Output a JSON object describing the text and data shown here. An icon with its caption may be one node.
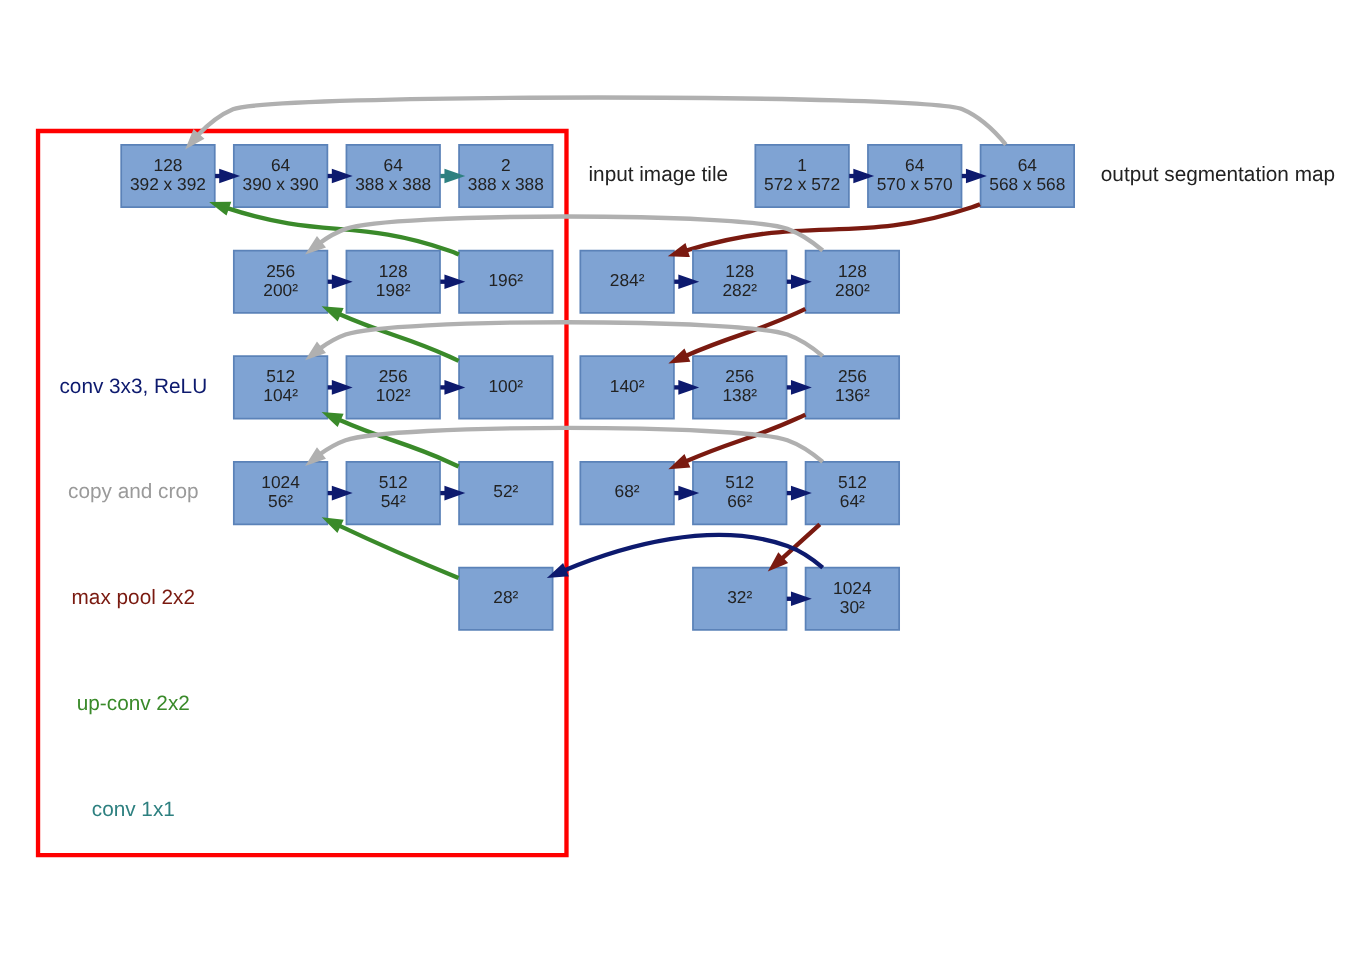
{
  "diagram": {
    "nodes": [
      {
        "text": [],
        "shape": "box"
      },
      {
        "text": [
          "1",
          "572 x 572"
        ]
      },
      {
        "text": [
          "64",
          "570 x 570"
        ]
      },
      {
        "text": [
          "64",
          "568 x 568"
        ]
      },
      {
        "text": [
          "128",
          "392 x 392"
        ],
        "in": 0
      },
      {
        "text": [
          "64",
          "390 x 390"
        ],
        "in": 0
      },
      {
        "text": [
          "64",
          "388 x 388"
        ],
        "in": 0
      },
      {
        "text": [
          "2",
          "388 x 388"
        ],
        "in": 0
      },
      {
        "text": [
          "284²"
        ]
      },
      {
        "text": [
          "128",
          "282²"
        ]
      },
      {
        "text": [
          "128",
          "280²"
        ]
      },
      {
        "text": [
          "256",
          "200²"
        ],
        "in": 0
      },
      {
        "text": [
          "128",
          "198²"
        ],
        "in": 0
      },
      {
        "text": [
          "196²"
        ],
        "in": 0
      },
      {
        "text": [
          "140²"
        ]
      },
      {
        "text": [
          "256",
          "138²"
        ]
      },
      {
        "text": [
          "256",
          "136²"
        ]
      },
      {
        "text": [
          "512",
          "104²"
        ],
        "in": 0
      },
      {
        "text": [
          "256",
          "102²"
        ],
        "in": 0
      },
      {
        "text": [
          "100²"
        ],
        "in": 0
      },
      {
        "text": [
          "68²"
        ]
      },
      {
        "text": [
          "512",
          "66²"
        ]
      },
      {
        "text": [
          "512",
          "64²"
        ]
      },
      {
        "text": [
          "1024",
          "56²"
        ],
        "in": 0
      },
      {
        "text": [
          "512",
          "54²"
        ],
        "in": 0
      },
      {
        "text": [
          "52²"
        ],
        "in": 0
      },
      {
        "text": [
          "32²"
        ]
      },
      {
        "text": [
          "1024",
          "30²"
        ]
      },
      {
        "text": [
          "28²"
        ],
        "in": 0
      }
    ],
    "edges": [
      {
        "from": 1,
        "to": 2,
        "arrow": "to"
      },
      {
        "from": 2,
        "to": 3,
        "arrow": "to"
      },
      {
        "from": 3,
        "to": 4,
        "arrow": "to",
        "color": "#b0b0b0"
      },
      {
        "from": 4,
        "to": 5,
        "arrow": "to"
      },
      {
        "from": 5,
        "to": 6,
        "arrow": "to"
      },
      {
        "from": 6,
        "to": 7,
        "arrow": "to",
        "color": "#2e8080"
      },
      {
        "from": 3,
        "to": 8,
        "arrow": "to",
        "color": "#7a1a10"
      },
      {
        "from": 8,
        "to": 9,
        "arrow": "to"
      },
      {
        "from": 9,
        "to": 10,
        "arrow": "to"
      },
      {
        "from": 10,
        "to": 11,
        "arrow": "to",
        "color": "#b0b0b0"
      },
      {
        "from": 11,
        "to": 12,
        "arrow": "to"
      },
      {
        "from": 12,
        "to": 13,
        "arrow": "to"
      },
      {
        "from": 13,
        "to": 4,
        "arrow": "to",
        "color": "#3a8a2a"
      },
      {
        "from": 10,
        "to": 14,
        "arrow": "to",
        "color": "#7a1a10"
      },
      {
        "from": 14,
        "to": 15,
        "arrow": "to"
      },
      {
        "from": 15,
        "to": 16,
        "arrow": "to"
      },
      {
        "from": 16,
        "to": 17,
        "arrow": "to",
        "color": "#b0b0b0"
      },
      {
        "from": 17,
        "to": 18,
        "arrow": "to"
      },
      {
        "from": 18,
        "to": 19,
        "arrow": "to"
      },
      {
        "from": 19,
        "to": 11,
        "arrow": "to",
        "color": "#3a8a2a"
      },
      {
        "from": 16,
        "to": 20,
        "arrow": "to",
        "color": "#7a1a10"
      },
      {
        "from": 20,
        "to": 21,
        "arrow": "to"
      },
      {
        "from": 21,
        "to": 22,
        "arrow": "to"
      },
      {
        "from": 22,
        "to": 23,
        "arrow": "to",
        "color": "#b0b0b0"
      },
      {
        "from": 23,
        "to": 24,
        "arrow": "to"
      },
      {
        "from": 24,
        "to": 25,
        "arrow": "to"
      },
      {
        "from": 25,
        "to": 17,
        "arrow": "to",
        "color": "#3a8a2a"
      },
      {
        "from": 22,
        "to": 26,
        "arrow": "to",
        "color": "#7a1a10"
      },
      {
        "from": 26,
        "to": 27,
        "arrow": "to"
      },
      {
        "from": 27,
        "to": 28,
        "arrow": "to"
      },
      {
        "from": 28,
        "to": 23,
        "arrow": "to",
        "color": "#3a8a2a"
      }
    ],
    "labels": [
      "input image tile",
      "output segmentation map"
    ],
    "legend": [
      {
        "text": "conv 3x3, ReLU"
      },
      {
        "text": "copy and crop"
      },
      {
        "text": "max pool 2x2"
      },
      {
        "text": "up-conv 2x2"
      },
      {
        "text": "conv 1x1"
      }
    ]
  }
}
